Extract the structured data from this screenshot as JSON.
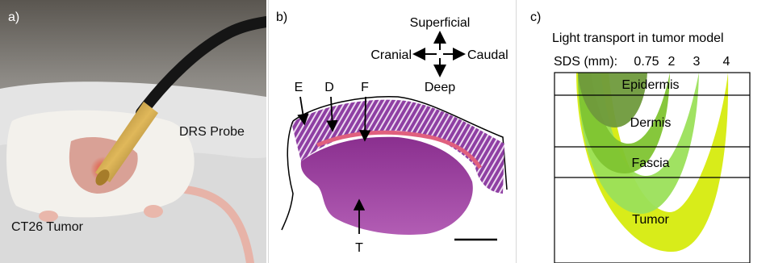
{
  "panel_a": {
    "label": "a)",
    "probe_label": "DRS Probe",
    "tumor_label": "CT26 Tumor"
  },
  "panel_b": {
    "label": "b)",
    "orientation": {
      "up": "Superficial",
      "left": "Cranial",
      "right": "Caudal",
      "down": "Deep"
    },
    "layer_letters": {
      "epidermis": "E",
      "dermis": "D",
      "fascia": "F",
      "tumor": "T"
    }
  },
  "panel_c": {
    "label": "c)",
    "title": "Light transport in tumor model",
    "sds_prefix": "SDS (mm):",
    "sds_values": [
      "0.75",
      "2",
      "3",
      "4"
    ],
    "layers": [
      "Epidermis",
      "Dermis",
      "Fascia",
      "Tumor"
    ],
    "colors": {
      "sds_075": "#6f9a3c",
      "sds_2": "#7fc431",
      "sds_3": "#9be05a",
      "sds_4": "#d8ec1a"
    }
  }
}
